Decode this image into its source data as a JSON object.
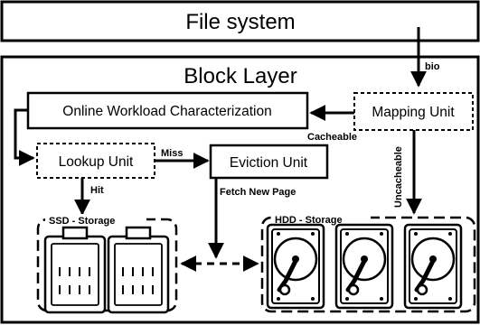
{
  "file_system": {
    "label": "File system"
  },
  "block_layer": {
    "label": "Block Layer"
  },
  "boxes": {
    "mapping_unit": "Mapping Unit",
    "owc": "Online Workload Characterization",
    "lookup_unit": "Lookup Unit",
    "eviction_unit": "Eviction Unit"
  },
  "storage": {
    "ssd": "SSD - Storage",
    "hdd": "HDD - Storage"
  },
  "edges": {
    "bio": "bio",
    "cacheable": "Cacheable",
    "uncacheable": "Uncacheable",
    "miss": "Miss",
    "hit": "Hit",
    "fetch": "Fetch New Page"
  }
}
